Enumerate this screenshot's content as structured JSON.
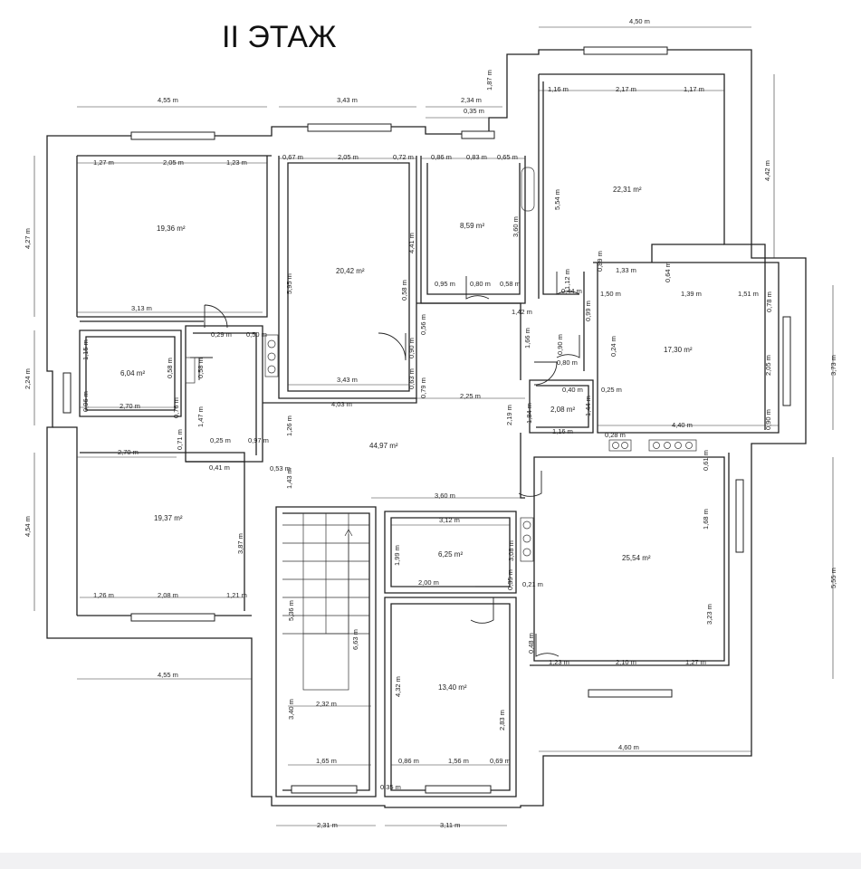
{
  "title": "II ЭТАЖ",
  "rooms": [
    {
      "id": "r1",
      "area": "19,36 m²"
    },
    {
      "id": "r2",
      "area": "20,42 m²"
    },
    {
      "id": "r3",
      "area": "8,59 m²"
    },
    {
      "id": "r4",
      "area": "22,31 m²"
    },
    {
      "id": "r5",
      "area": "6,04 m²"
    },
    {
      "id": "r6",
      "area": "17,30 m²"
    },
    {
      "id": "r7",
      "area": "2,08 m²"
    },
    {
      "id": "r8",
      "area": "44,97 m²"
    },
    {
      "id": "r9",
      "area": "19,37 m²"
    },
    {
      "id": "r10",
      "area": "6,25 m²"
    },
    {
      "id": "r11",
      "area": "25,54 m²"
    },
    {
      "id": "r12",
      "area": "13,40 m²"
    }
  ],
  "dims": [
    "4,55 m",
    "3,43 m",
    "2,34 m",
    "0,35 m",
    "1,87 m",
    "4,50 m",
    "1,16 m",
    "2,17 m",
    "1,17 m",
    "1,27 m",
    "2,05 m",
    "1,23 m",
    "0,67 m",
    "2,05 m",
    "0,72 m",
    "0,86 m",
    "0,83 m",
    "0,65 m",
    "4,27 m",
    "5,95 m",
    "4,41 m",
    "3,60 m",
    "5,54 m",
    "4,42 m",
    "3,13 m",
    "0,58 m",
    "0,95 m",
    "0,80 m",
    "0,58 m",
    "0,44 m",
    "1,12 m",
    "0,89 m",
    "0,64 m",
    "1,33 m",
    "1,50 m",
    "1,39 m",
    "1,51 m",
    "0,78 m",
    "1,42 m",
    "0,99 m",
    "0,29 m",
    "0,50 m",
    "1,15 m",
    "0,58 m",
    "0,58 m",
    "0,90 m",
    "0,56 m",
    "1,66 m",
    "0,90 m",
    "0,24 m",
    "2,05 m",
    "3,73 m",
    "2,24 m",
    "0,96 m",
    "2,70 m",
    "0,76 m",
    "3,43 m",
    "0,63 m",
    "0,79 m",
    "0,80 m",
    "0,40 m",
    "0,25 m",
    "4,03 m",
    "2,25 m",
    "1,47 m",
    "1,26 m",
    "2,19 m",
    "1,84 m",
    "1,44 m",
    "1,16 m",
    "0,28 m",
    "4,40 m",
    "0,90 m",
    "0,71 m",
    "0,25 m",
    "0,97 m",
    "2,70 m",
    "0,41 m",
    "0,53 m",
    "1,43 m",
    "0,61 m",
    "3,60 m",
    "3,12 m",
    "4,54 m",
    "19,37",
    "3,87 m",
    "1,99 m",
    "3,08 m",
    "1,68 m",
    "5,55 m",
    "2,00 m",
    "0,35 m",
    "0,21 m",
    "1,26 m",
    "2,08 m",
    "1,21 m",
    "5,36 m",
    "6,63 m",
    "3,23 m",
    "0,48 m",
    "1,23 m",
    "2,10 m",
    "1,27 m",
    "4,55 m",
    "4,32 m",
    "2,83 m",
    "2,32 m",
    "3,40 m",
    "4,60 m",
    "1,65 m",
    "0,86 m",
    "1,56 m",
    "0,69 m",
    "0,35 m",
    "2,31 m",
    "3,11 m"
  ]
}
